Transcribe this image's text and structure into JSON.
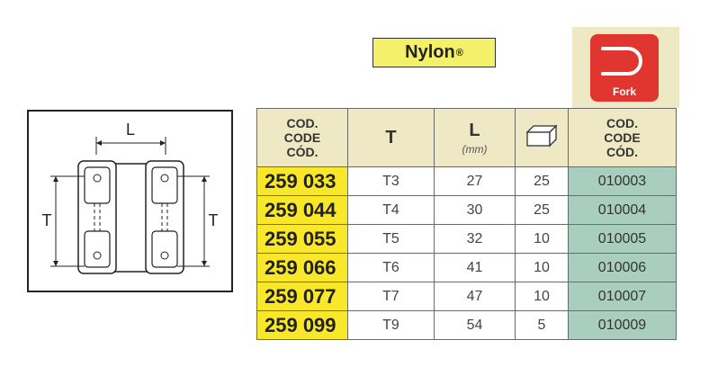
{
  "material_label": "Nylon",
  "material_mark": "®",
  "fork_badge_label": "Fork",
  "diagram": {
    "length_label": "L",
    "left_t_label": "T",
    "right_t_label": "T"
  },
  "headers": {
    "ref_code": [
      "COD.",
      "CODE",
      "CÓD."
    ],
    "t": "T",
    "l": "L",
    "l_unit": "(mm)",
    "fork_code": [
      "COD.",
      "CODE",
      "CÓD."
    ]
  },
  "rows": [
    {
      "ref": "259 033",
      "t": "T3",
      "l": "27",
      "qty": "25",
      "fork_code": "010003"
    },
    {
      "ref": "259 044",
      "t": "T4",
      "l": "30",
      "qty": "25",
      "fork_code": "010004"
    },
    {
      "ref": "259 055",
      "t": "T5",
      "l": "32",
      "qty": "10",
      "fork_code": "010005"
    },
    {
      "ref": "259 066",
      "t": "T6",
      "l": "41",
      "qty": "10",
      "fork_code": "010006"
    },
    {
      "ref": "259 077",
      "t": "T7",
      "l": "47",
      "qty": "10",
      "fork_code": "010007"
    },
    {
      "ref": "259 099",
      "t": "T9",
      "l": "54",
      "qty": "5",
      "fork_code": "010009"
    }
  ],
  "colors": {
    "ref_yellow": "#f8e829",
    "header_beige": "#eee8c5",
    "fork_green": "#a9cdbf",
    "fork_red": "#e1352f"
  }
}
